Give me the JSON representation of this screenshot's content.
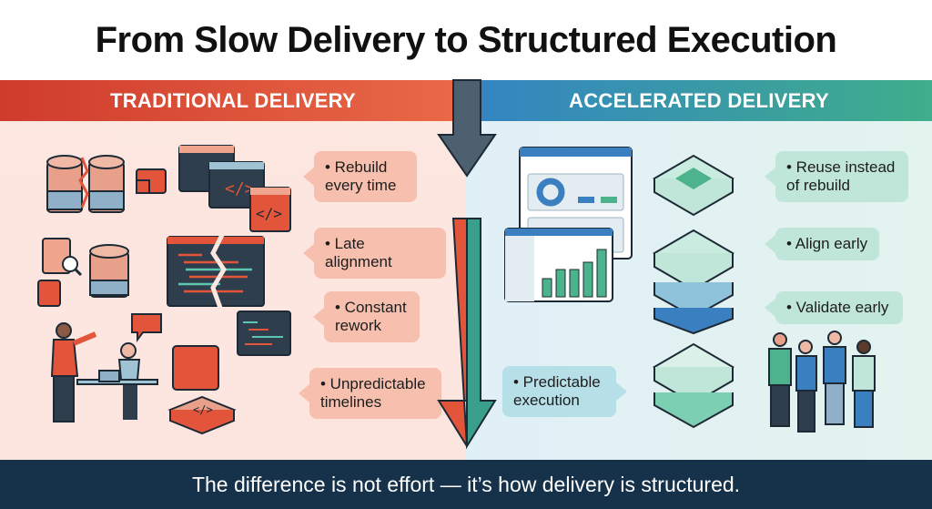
{
  "title": "From Slow Delivery to Structured Execution",
  "left_panel": {
    "heading": "TRADITIONAL DELIVERY",
    "callouts": [
      {
        "text": "• Rebuild\nevery time"
      },
      {
        "text": "• Late alignment"
      },
      {
        "text": "• Constant\nrework"
      },
      {
        "text": "• Unpredictable\ntimelines"
      }
    ]
  },
  "right_panel": {
    "heading": "ACCELERATED DELIVERY",
    "callouts": [
      {
        "text": "• Reuse instead\nof rebuild"
      },
      {
        "text": "• Align early"
      },
      {
        "text": "• Validate early"
      },
      {
        "text": "• Predictable\nexecution"
      }
    ]
  },
  "footer": "The difference is not effort — it’s how delivery is structured.",
  "colors": {
    "traditional_accent": "#e2553b",
    "accelerated_accent": "#3a9fa0",
    "footer_bg": "#15324a",
    "dark_window": "#2f3e4c"
  },
  "icons": [
    "broken-database-icon",
    "folder-icon",
    "code-window-icon",
    "broken-code-window-icon",
    "document-search-icon",
    "database-icon",
    "chat-bubble-icon",
    "people-arguing-icon",
    "broken-block-icon",
    "dashboard-window-icon",
    "bar-chart-window-icon",
    "stacked-module-icon",
    "team-icon",
    "down-arrow-icon"
  ]
}
